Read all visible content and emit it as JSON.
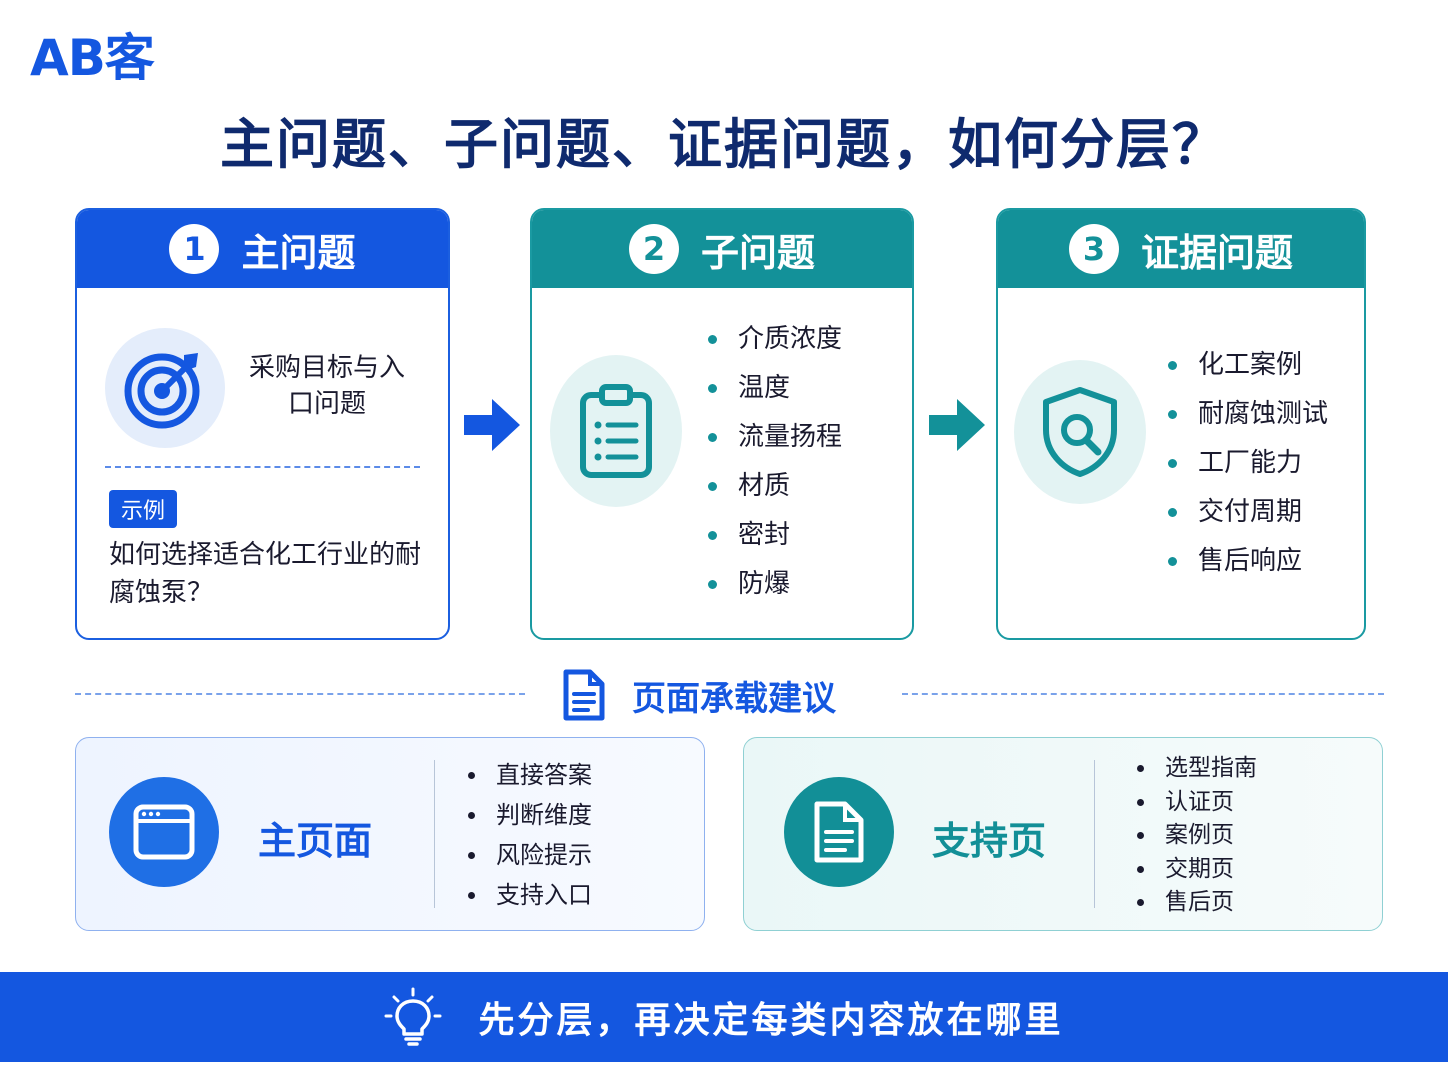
{
  "logo": "AB客",
  "title": "主问题、子问题、证据问题，如何分层？",
  "cards": [
    {
      "number": "1",
      "title": "主问题",
      "icon": "target-icon",
      "label": "采购目标与入口问题",
      "badge": "示例",
      "example": "如何选择适合化工行业的耐腐蚀泵？"
    },
    {
      "number": "2",
      "title": "子问题",
      "icon": "clipboard-icon",
      "items": [
        "介质浓度",
        "温度",
        "流量扬程",
        "材质",
        "密封",
        "防爆"
      ]
    },
    {
      "number": "3",
      "title": "证据问题",
      "icon": "shield-search-icon",
      "items": [
        "化工案例",
        "耐腐蚀测试",
        "工厂能力",
        "交付周期",
        "售后响应"
      ]
    }
  ],
  "section": {
    "title": "页面承载建议",
    "icon": "document-icon"
  },
  "pages": [
    {
      "title": "主页面",
      "icon": "browser-window-icon",
      "items": [
        "直接答案",
        "判断维度",
        "风险提示",
        "支持入口"
      ]
    },
    {
      "title": "支持页",
      "icon": "document-icon",
      "items": [
        "选型指南",
        "认证页",
        "案例页",
        "交期页",
        "售后页"
      ]
    }
  ],
  "footer": {
    "text": "先分层，再决定每类内容放在哪里",
    "icon": "lightbulb-icon"
  },
  "colors": {
    "blue": "#1457e0",
    "teal": "#139199",
    "navy": "#0f2a6e"
  }
}
